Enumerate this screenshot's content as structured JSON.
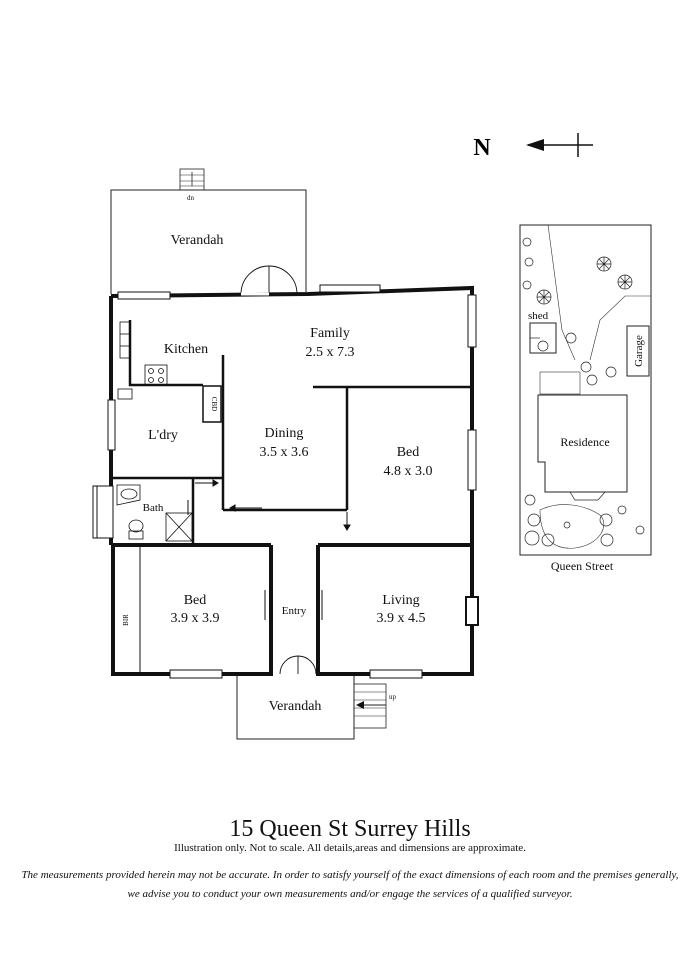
{
  "compass": {
    "label": "N"
  },
  "rooms": {
    "verandah_rear": "Verandah",
    "kitchen": "Kitchen",
    "family": {
      "name": "Family",
      "size": "2.5 x 7.3"
    },
    "laundry": "L'dry",
    "cbd": "CBD",
    "dining": {
      "name": "Dining",
      "size": "3.5 x 3.6"
    },
    "bed_north": {
      "name": "Bed",
      "size": "4.8 x 3.0"
    },
    "bath": "Bath",
    "bed_front": {
      "name": "Bed",
      "size": "3.9 x 3.9"
    },
    "bir": "BIR",
    "entry": "Entry",
    "living": {
      "name": "Living",
      "size": "3.9 x 4.5"
    },
    "verandah_front": "Verandah"
  },
  "stairs": {
    "down": "dn",
    "up": "up"
  },
  "site_plan": {
    "shed": "shed",
    "garage": "Garage",
    "residence": "Residence",
    "street": "Queen Street"
  },
  "title": "15 Queen St Surrey Hills",
  "subtitle": "Illustration only. Not to scale. All details,areas and dimensions are approximate.",
  "disclaimer": "The measurements provided herein may not be accurate. In order to satisfy yourself of the exact dimensions of each room and the premises generally, we advise you to conduct your own measurements and/or engage the services of a qualified surveyor."
}
